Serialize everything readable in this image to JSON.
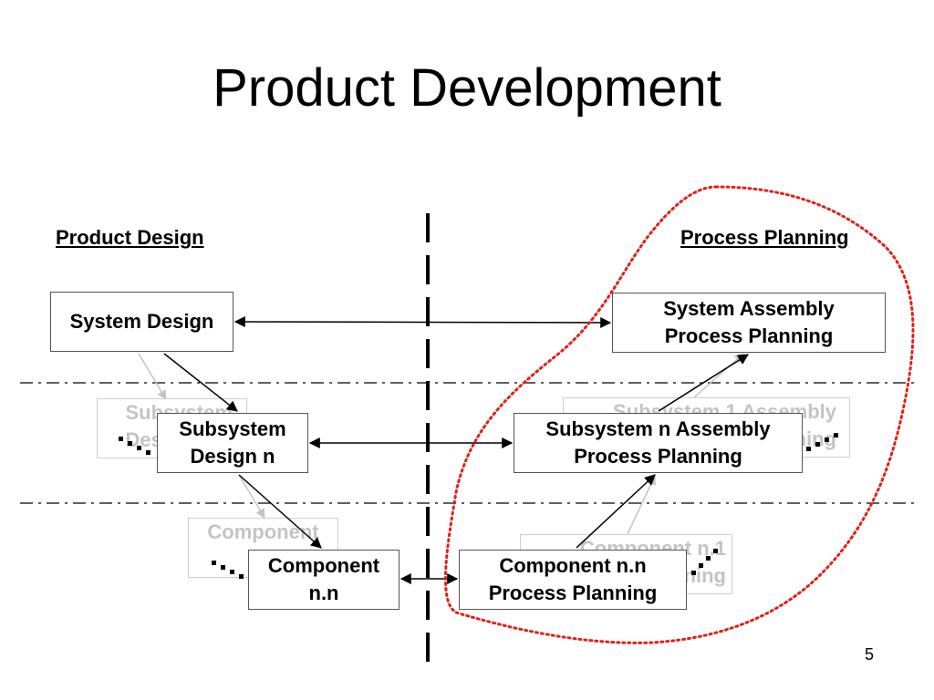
{
  "title": "Product Development",
  "page_number": "5",
  "headings": {
    "left": "Product Design",
    "right": "Process Planning"
  },
  "nodes": {
    "system_design": "System Design",
    "subsystem_design_n": "Subsystem Design n",
    "component_nn": "Component n.n",
    "system_assembly_pp": "System Assembly Process Planning",
    "subsystem_n_assembly_pp": "Subsystem n Assembly Process Planning",
    "component_nn_pp": "Component n.n Process Planning"
  },
  "ghost_nodes": {
    "subsystem_design_1": "Subsystem Design",
    "subsystem_1_assembly_pp": "Subsystem 1 Assembly Planning",
    "component_design_1": "Component",
    "component_n1_pp": "Component n.1 Planning"
  },
  "colors": {
    "ghost_text": "#c4c4c4",
    "ghost_border": "#cfcfcf",
    "highlight_outline": "#e0201a"
  }
}
